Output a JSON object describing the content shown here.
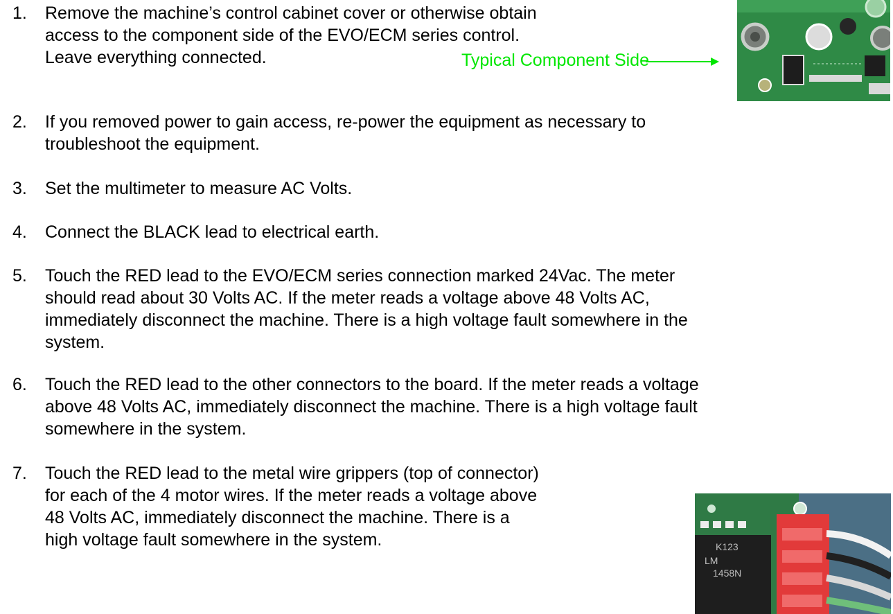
{
  "steps": [
    {
      "num": "1.",
      "lines": [
        "Remove the machine’s control cabinet cover or otherwise obtain",
        "access to the component side of the EVO/ECM series control.",
        "Leave everything connected."
      ],
      "callout": "Typical Component Side"
    },
    {
      "num": "2.",
      "lines": [
        "If you removed power to gain access, re-power the equipment as necessary to",
        "troubleshoot the equipment."
      ]
    },
    {
      "num": "3.",
      "lines": [
        "Set the multimeter to measure AC Volts."
      ]
    },
    {
      "num": "4.",
      "lines": [
        "Connect the BLACK lead to electrical earth."
      ]
    },
    {
      "num": "5.",
      "lines": [
        "Touch the RED lead to the EVO/ECM series connection marked 24Vac.  The meter",
        "should read about 30 Volts AC.   If the meter reads a voltage above 48 Volts AC,",
        "immediately disconnect the machine.  There is a high voltage fault somewhere in the",
        "system."
      ]
    },
    {
      "num": "6.",
      "lines": [
        "Touch the RED lead to the other connectors to the board. If the meter reads a voltage",
        "above 48 Volts AC, immediately disconnect the machine.  There is a high voltage fault",
        "somewhere in the system."
      ]
    },
    {
      "num": "7.",
      "lines": [
        "Touch the RED lead to the metal wire grippers (top of connector)",
        "for each of the 4 motor wires. If the meter reads a voltage above",
        "48 Volts AC, immediately disconnect the machine.  There is a",
        "high voltage fault somewhere in the system."
      ]
    }
  ],
  "photos": {
    "component_side": "circuit-board-photo",
    "connector_label_1": "K123",
    "connector_label_2": "LM",
    "connector_label_3": "1458N"
  },
  "colors": {
    "callout": "#00e600",
    "board": "#2f8a46",
    "connector": "#e23a3a"
  }
}
